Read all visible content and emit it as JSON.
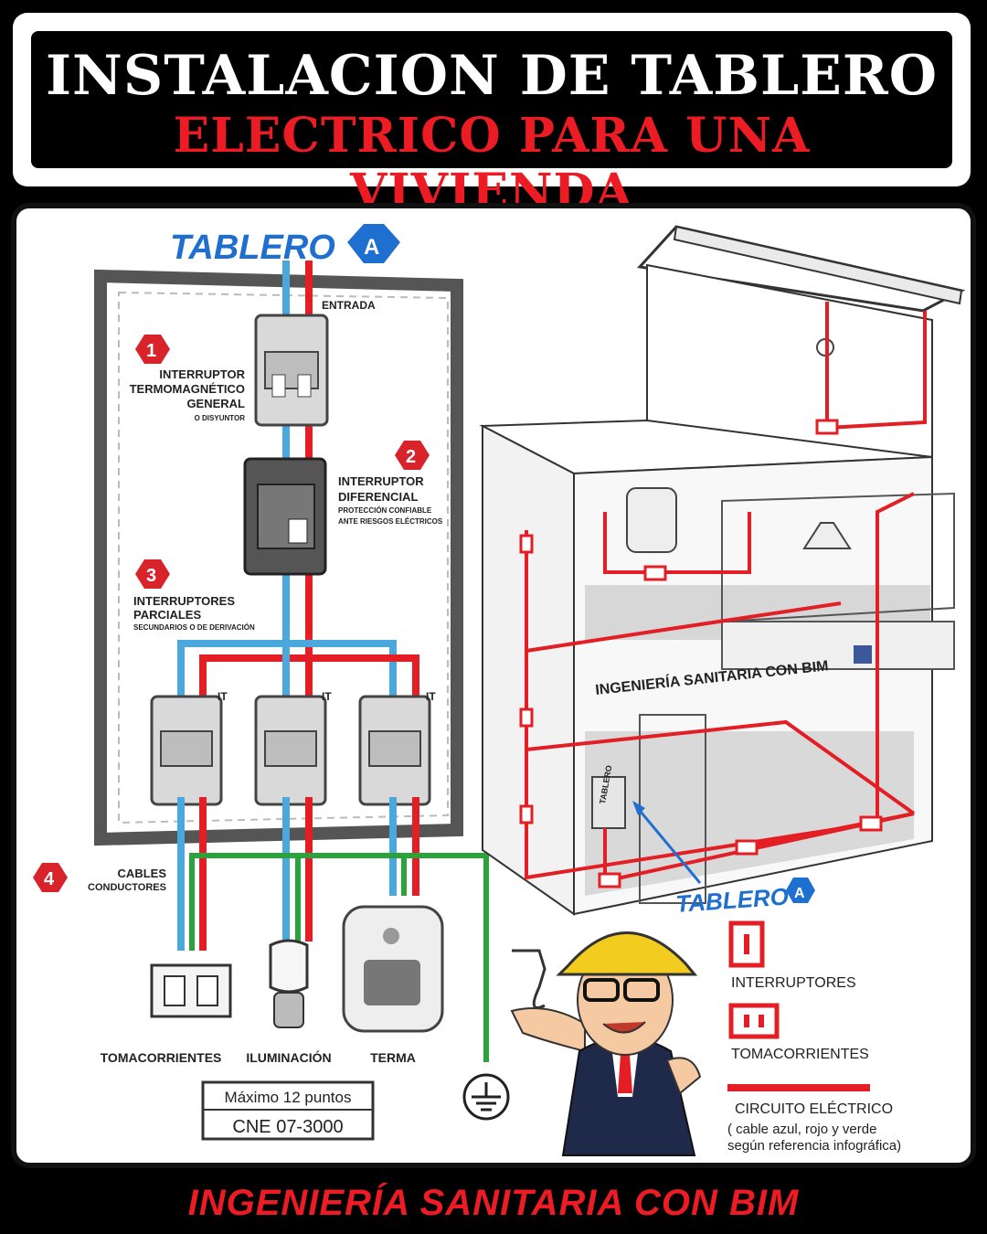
{
  "header": {
    "title_line1": "INSTALACION DE TABLERO",
    "title_line2": "ELECTRICO PARA UNA VIVIENDA"
  },
  "tablero": {
    "label": "TABLERO",
    "letter": "A",
    "entrada": "ENTRADA",
    "it_label": "IT"
  },
  "steps": [
    {
      "number": "1",
      "lines": [
        "INTERRUPTOR",
        "TERMOMAGNÉTICO",
        "GENERAL"
      ],
      "sub": "O DISYUNTOR"
    },
    {
      "number": "2",
      "lines": [
        "INTERRUPTOR",
        "DIFERENCIAL"
      ],
      "sub1": "PROTECCIÓN CONFIABLE",
      "sub2": "ANTE RIESGOS ELÉCTRICOS"
    },
    {
      "number": "3",
      "lines": [
        "INTERRUPTORES",
        "PARCIALES"
      ],
      "sub": "SECUNDARIOS O DE DERIVACIÓN"
    },
    {
      "number": "4",
      "lines": [
        "CABLES",
        "CONDUCTORES"
      ]
    }
  ],
  "loads": {
    "tomacorrientes": "TOMACORRIENTES",
    "iluminacion": "ILUMINACIÓN",
    "terma": "TERMA"
  },
  "note": {
    "line1": "Máximo 12 puntos",
    "line2": "CNE 07-3000"
  },
  "house": {
    "watermark": "INGENIERÍA SANITARIA CON BIM",
    "tablero_small": "TABLERO",
    "tablero_pointer": "TABLERO",
    "tablero_letter": "A"
  },
  "legend": {
    "interruptores": "INTERRUPTORES",
    "tomacorrientes": "TOMACORRIENTES",
    "circuito": "CIRCUITO ELÉCTRICO",
    "circuito_note1": "( cable azul, rojo y verde",
    "circuito_note2": "según referencia infográfica)"
  },
  "colors": {
    "red": "#e31e24",
    "blue": "#4aa8dc",
    "green": "#2aa33a",
    "title_red": "#ed1c24",
    "tablero_blue": "#1e6fd0"
  },
  "footer": {
    "text": "INGENIERÍA SANITARIA CON BIM"
  }
}
